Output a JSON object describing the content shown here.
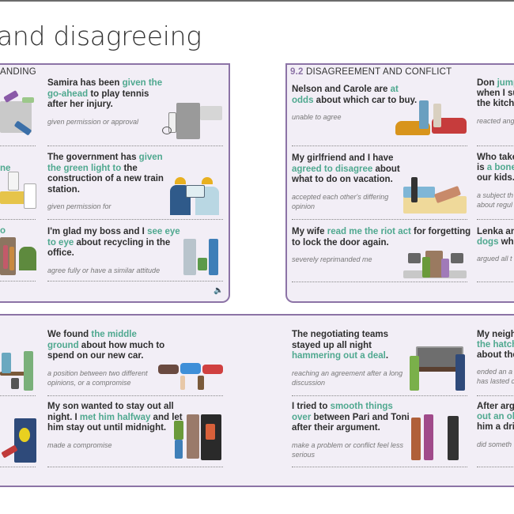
{
  "page_title": "and disagreeing",
  "panel_left": {
    "header_partial": "ANDING",
    "partial_texts": [
      "ne",
      "o"
    ],
    "entries": [
      {
        "parts": [
          {
            "t": "Samira has been "
          },
          {
            "t": "given the go-ahead",
            "hl": true
          },
          {
            "t": " to play tennis after her injury."
          }
        ],
        "def": "given permission or approval"
      },
      {
        "parts": [
          {
            "t": "The government has "
          },
          {
            "t": "given the green light to",
            "hl": true
          },
          {
            "t": " the construction of a new train station."
          }
        ],
        "def": "given permission for"
      },
      {
        "parts": [
          {
            "t": "I'm glad my boss and I "
          },
          {
            "t": "see eye to eye",
            "hl": true
          },
          {
            "t": " about recycling in the office."
          }
        ],
        "def": "agree fully or have a similar attitude"
      }
    ]
  },
  "panel_right": {
    "section_number": "9.2",
    "section_title": "DISAGREEMENT AND CONFLICT",
    "entries": [
      {
        "parts": [
          {
            "t": "Nelson and Carole are "
          },
          {
            "t": "at odds",
            "hl": true
          },
          {
            "t": " about which car to buy."
          }
        ],
        "def": "unable to agree"
      },
      {
        "parts": [
          {
            "t": "My girlfriend and I have "
          },
          {
            "t": "agreed to disagree",
            "hl": true
          },
          {
            "t": " about what to do on vacation."
          }
        ],
        "def": "accepted each other's differing opinion"
      },
      {
        "parts": [
          {
            "t": "My wife "
          },
          {
            "t": "read me the riot act",
            "hl": true
          },
          {
            "t": " for forgetting to lock the door again."
          }
        ],
        "def": "severely reprimanded me"
      }
    ],
    "partial_column": [
      {
        "lines": [
          [
            "Don ",
            ""
          ],
          [
            "jump",
            "hl"
          ]
        ],
        "l2": "when I su",
        "l3": "the kitche",
        "def": "reacted ang"
      },
      {
        "lines": [
          [
            "Who take",
            ""
          ]
        ],
        "l2b": [
          [
            "is ",
            ""
          ],
          [
            "a bone",
            "hl"
          ]
        ],
        "l3": "our kids.",
        "def": "a subject th",
        "def2": "about regul"
      },
      {
        "lines": [
          [
            "Lenka an",
            ""
          ]
        ],
        "l2b": [
          [
            "dogs",
            "hl"
          ],
          [
            " whe",
            ""
          ]
        ],
        "def": "argued all t"
      }
    ]
  },
  "panel_bottom": {
    "entries": [
      {
        "parts": [
          {
            "t": "We found "
          },
          {
            "t": "the middle ground",
            "hl": true
          },
          {
            "t": " about how much to spend on our new car."
          }
        ],
        "def": "a position between two different opinions, or a compromise"
      },
      {
        "parts": [
          {
            "t": "My son wanted to stay out all night. I "
          },
          {
            "t": "met him halfway",
            "hl": true
          },
          {
            "t": " and let him stay out until midnight."
          }
        ],
        "def": "made a compromise"
      },
      {
        "parts": [
          {
            "t": "The negotiating teams stayed up all night "
          },
          {
            "t": "hammering out a deal",
            "hl": true
          },
          {
            "t": "."
          }
        ],
        "def": "reaching an agreement after a long discussion"
      },
      {
        "parts": [
          {
            "t": "I tried to "
          },
          {
            "t": "smooth things over",
            "hl": true
          },
          {
            "t": " between Pari and Toni after their argument."
          }
        ],
        "def": "make a problem or conflict feel less serious"
      }
    ],
    "partial_column": {
      "a1": "My neigh",
      "a2": "the hatch",
      "a3": "about the",
      "a_def1": "ended an a",
      "a_def2": "has lasted c",
      "b1": "After argu",
      "b2": "out an ol",
      "b3": "him a dri",
      "b_def": "did someth"
    }
  },
  "colors": {
    "accent": "#4fa88f",
    "panel_border": "#8c73a6",
    "panel_bg": "#f2eef6"
  },
  "icons": {
    "audio": "speaker-icon"
  }
}
